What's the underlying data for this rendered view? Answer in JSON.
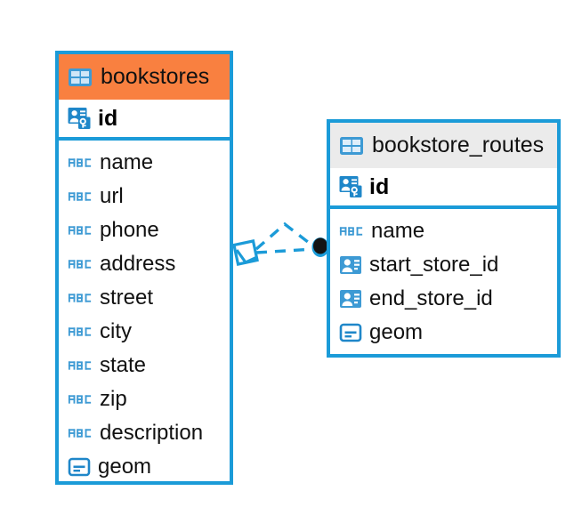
{
  "diagram": {
    "type": "entity-relationship-diagram",
    "background": "#ffffff",
    "colors": {
      "entity_border": "#1b9bd8",
      "header_accent": "#f98040",
      "header_neutral": "#ebebeb",
      "icon_blue": "#3d9ad4",
      "text": "#111111",
      "relationship_line": "#1b9bd8",
      "relationship_endpoint_fill": "#111111"
    },
    "entities": [
      {
        "id": "bookstores",
        "title": "bookstores",
        "title_icon": "table-icon",
        "header_style": "accent",
        "primary_key": {
          "name": "id",
          "icon": "primary-key-icon"
        },
        "fields": [
          {
            "name": "name",
            "icon": "text-type-icon",
            "type_label": "ABC"
          },
          {
            "name": "url",
            "icon": "text-type-icon",
            "type_label": "ABC"
          },
          {
            "name": "phone",
            "icon": "text-type-icon",
            "type_label": "ABC"
          },
          {
            "name": "address",
            "icon": "text-type-icon",
            "type_label": "ABC"
          },
          {
            "name": "street",
            "icon": "text-type-icon",
            "type_label": "ABC"
          },
          {
            "name": "city",
            "icon": "text-type-icon",
            "type_label": "ABC"
          },
          {
            "name": "state",
            "icon": "text-type-icon",
            "type_label": "ABC"
          },
          {
            "name": "zip",
            "icon": "text-type-icon",
            "type_label": "ABC"
          },
          {
            "name": "description",
            "icon": "text-type-icon",
            "type_label": "ABC"
          },
          {
            "name": "geom",
            "icon": "geometry-type-icon",
            "type_label": ""
          }
        ]
      },
      {
        "id": "bookstore_routes",
        "title": "bookstore_routes",
        "title_icon": "table-icon",
        "header_style": "neutral",
        "primary_key": {
          "name": "id",
          "icon": "primary-key-icon"
        },
        "fields": [
          {
            "name": "name",
            "icon": "text-type-icon",
            "type_label": "ABC"
          },
          {
            "name": "start_store_id",
            "icon": "foreign-key-icon",
            "type_label": ""
          },
          {
            "name": "end_store_id",
            "icon": "foreign-key-icon",
            "type_label": ""
          },
          {
            "name": "geom",
            "icon": "geometry-type-icon",
            "type_label": ""
          }
        ]
      }
    ],
    "relationships": [
      {
        "from_entity": "bookstores",
        "to_entity": "bookstore_routes",
        "from_marker": "one-diamond-marker",
        "to_marker": "many-filled-circle-marker",
        "line_style": "dashed",
        "paths": 2
      }
    ]
  }
}
